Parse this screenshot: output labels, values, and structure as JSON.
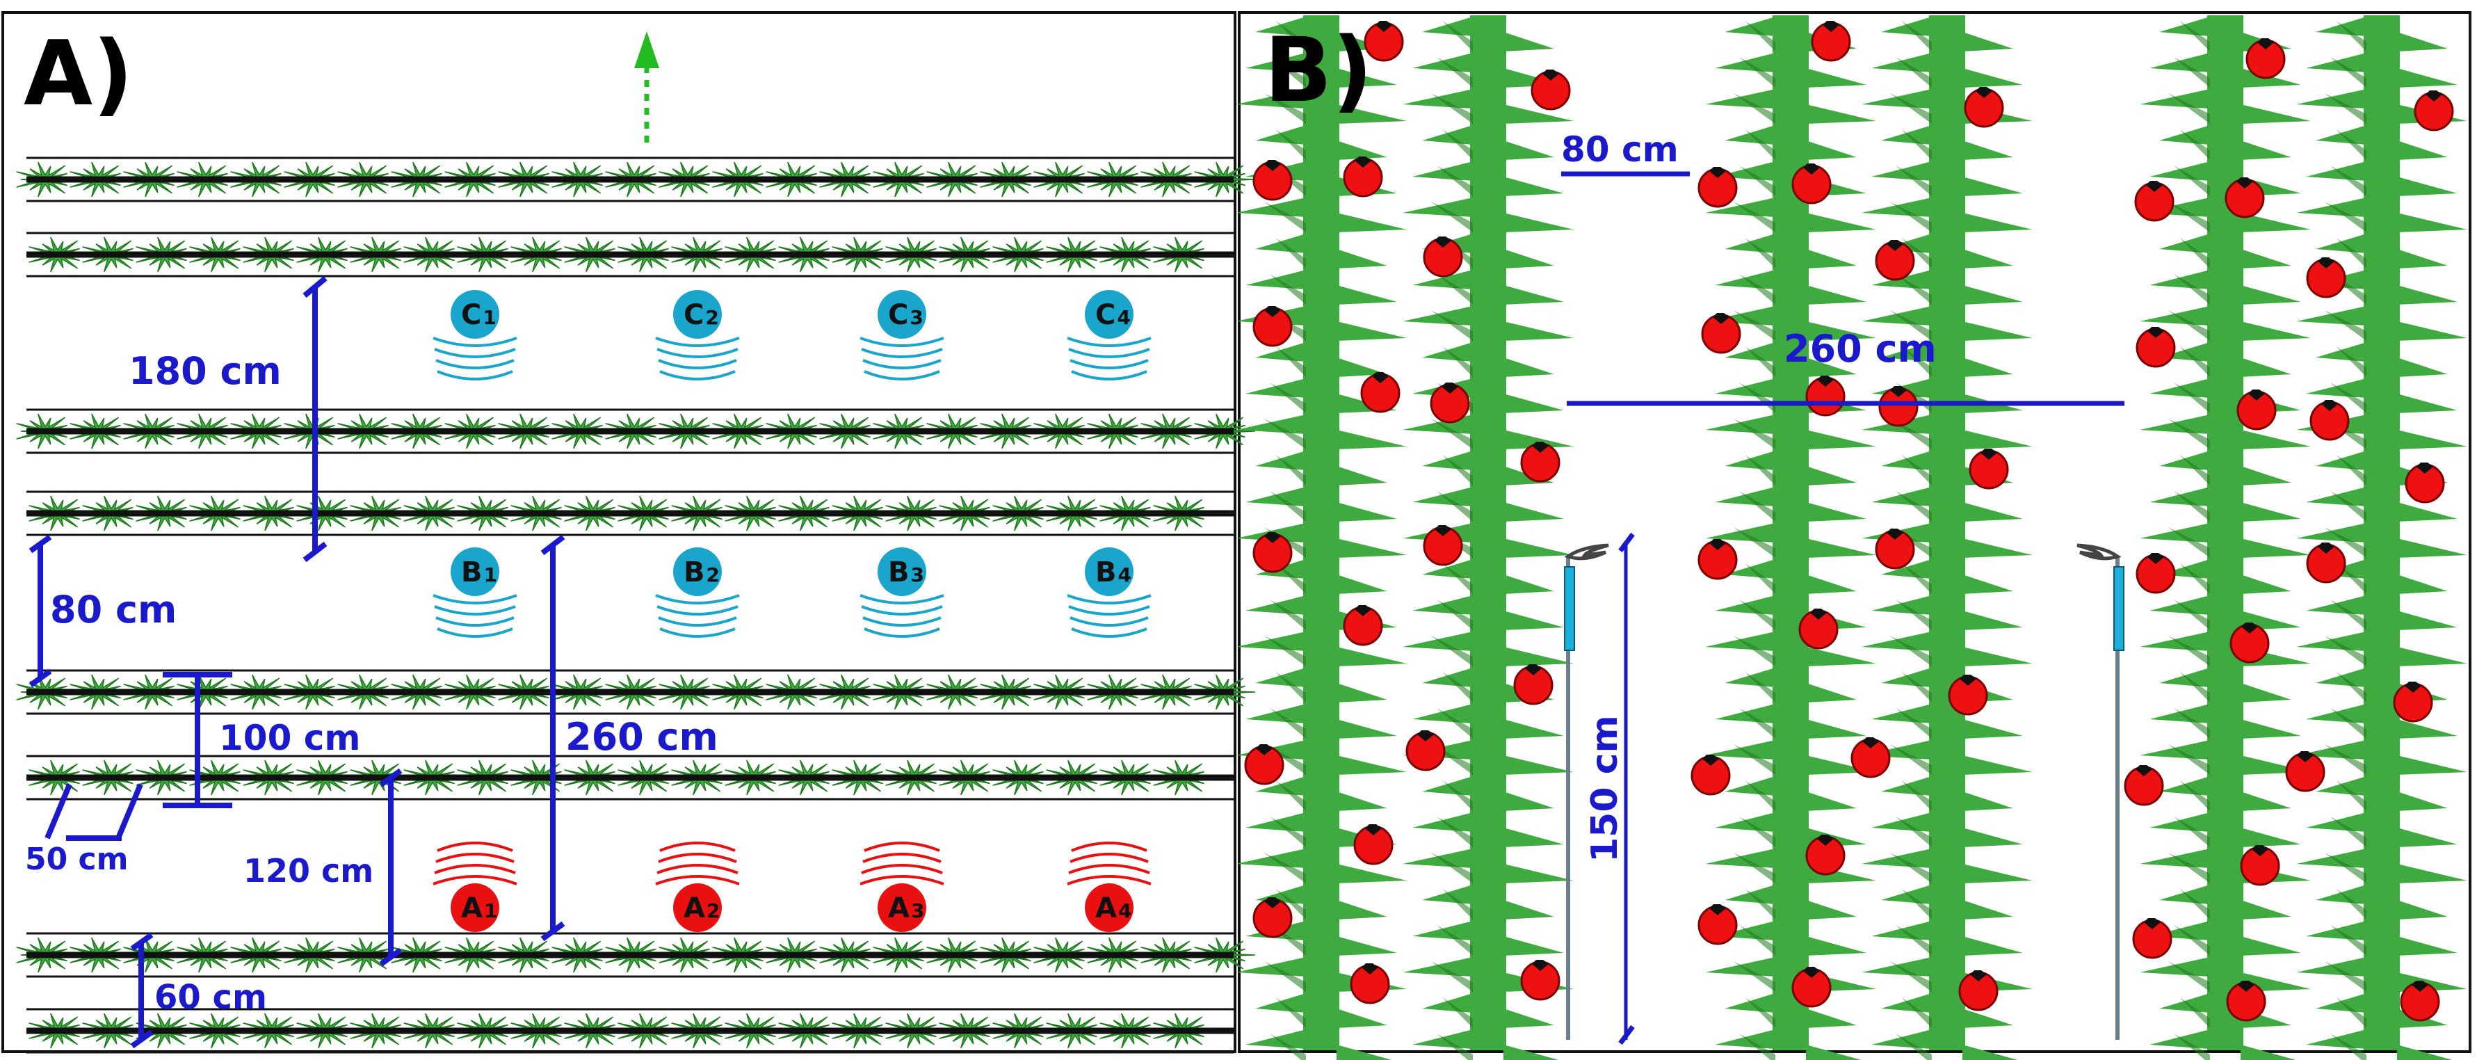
{
  "panels": {
    "a": {
      "letter": "A)"
    },
    "b": {
      "letter": "B)"
    }
  },
  "colors": {
    "crop_green": "#3faa3f",
    "crop_dark": "#1f7a1f",
    "row_line": "#111111",
    "dimension": "#1a1acc",
    "cyan_node": "#1aa6cc",
    "red_node": "#e81010",
    "arrow_green": "#22bb22",
    "tomato": "#ee1111",
    "pole": "#6a7f8a",
    "pole_cyan": "#1ab0d8"
  },
  "panel_a": {
    "dimensions": {
      "d180": "180 cm",
      "d80": "80 cm",
      "d100": "100 cm",
      "d260": "260 cm",
      "d50": "50 cm",
      "d120": "120 cm",
      "d60": "60 cm"
    },
    "sensors": {
      "c": [
        {
          "letter": "C",
          "sub": "1"
        },
        {
          "letter": "C",
          "sub": "2"
        },
        {
          "letter": "C",
          "sub": "3"
        },
        {
          "letter": "C",
          "sub": "4"
        }
      ],
      "b": [
        {
          "letter": "B",
          "sub": "1"
        },
        {
          "letter": "B",
          "sub": "2"
        },
        {
          "letter": "B",
          "sub": "3"
        },
        {
          "letter": "B",
          "sub": "4"
        }
      ],
      "a": [
        {
          "letter": "A",
          "sub": "1"
        },
        {
          "letter": "A",
          "sub": "2"
        },
        {
          "letter": "A",
          "sub": "3"
        },
        {
          "letter": "A",
          "sub": "4"
        }
      ]
    },
    "icons": {
      "direction": "north-arrow-icon"
    }
  },
  "panel_b": {
    "dimensions": {
      "d80": "80 cm",
      "d260": "260 cm",
      "d150": "150 cm"
    },
    "icons": {
      "fruit": "tomato-icon",
      "sensor_pole": "sensor-pole-icon"
    }
  }
}
